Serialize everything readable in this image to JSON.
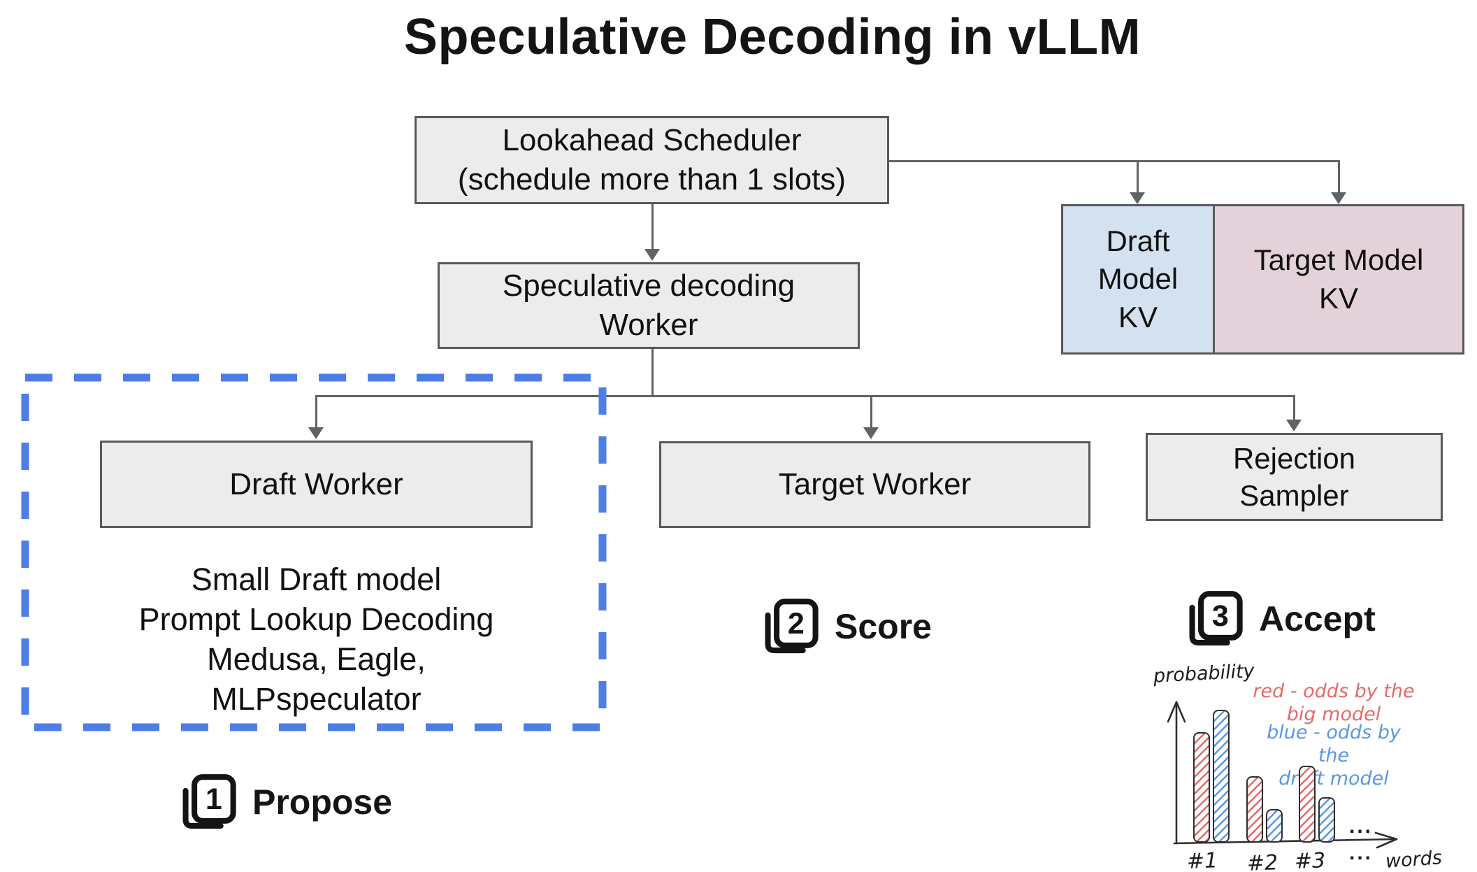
{
  "title": "Speculative Decoding in vLLM",
  "nodes": {
    "lookahead_scheduler": "Lookahead Scheduler\n(schedule more than 1 slots)",
    "spec_worker": "Speculative decoding\nWorker",
    "draft_worker": "Draft Worker",
    "draft_worker_notes": "Small Draft model\nPrompt Lookup Decoding\nMedusa, Eagle, MLPspeculator",
    "target_worker": "Target Worker",
    "rejection_sampler": "Rejection\nSampler",
    "draft_kv": "Draft\nModel\nKV",
    "target_kv": "Target Model\nKV"
  },
  "steps": [
    {
      "num": "1",
      "label": "Propose"
    },
    {
      "num": "2",
      "label": "Score"
    },
    {
      "num": "3",
      "label": "Accept"
    }
  ],
  "colors": {
    "box_fill": "#ececec",
    "box_border": "#57595c",
    "connector": "#5f6366",
    "draft_kv_fill": "#d3e1f0",
    "target_kv_fill": "#e4d2db",
    "dashed_border": "#4d7ee8",
    "chart_red": "#e56a6a",
    "chart_blue": "#5b97e3",
    "chart_ink": "#2e2e2e"
  },
  "chart_data": {
    "type": "bar",
    "style": "hand-drawn",
    "title": "",
    "ylabel": "probability",
    "xlabel": "words",
    "categories": [
      "#1",
      "#2",
      "#3"
    ],
    "ellipsis": "...",
    "ylim": [
      0,
      1
    ],
    "grid": false,
    "legend_position": "top-right",
    "series": [
      {
        "name": "red - odds by the big model",
        "color": "#e56a6a",
        "values": [
          0.63,
          0.38,
          0.44
        ]
      },
      {
        "name": "blue - odds by the draft model",
        "color": "#5b97e3",
        "values": [
          0.76,
          0.19,
          0.26
        ]
      }
    ],
    "legend": [
      {
        "text": "red - odds by the\nbig model",
        "color": "#e56a6a"
      },
      {
        "text": "blue - odds by the\ndraft model",
        "color": "#5b97e3"
      }
    ]
  }
}
